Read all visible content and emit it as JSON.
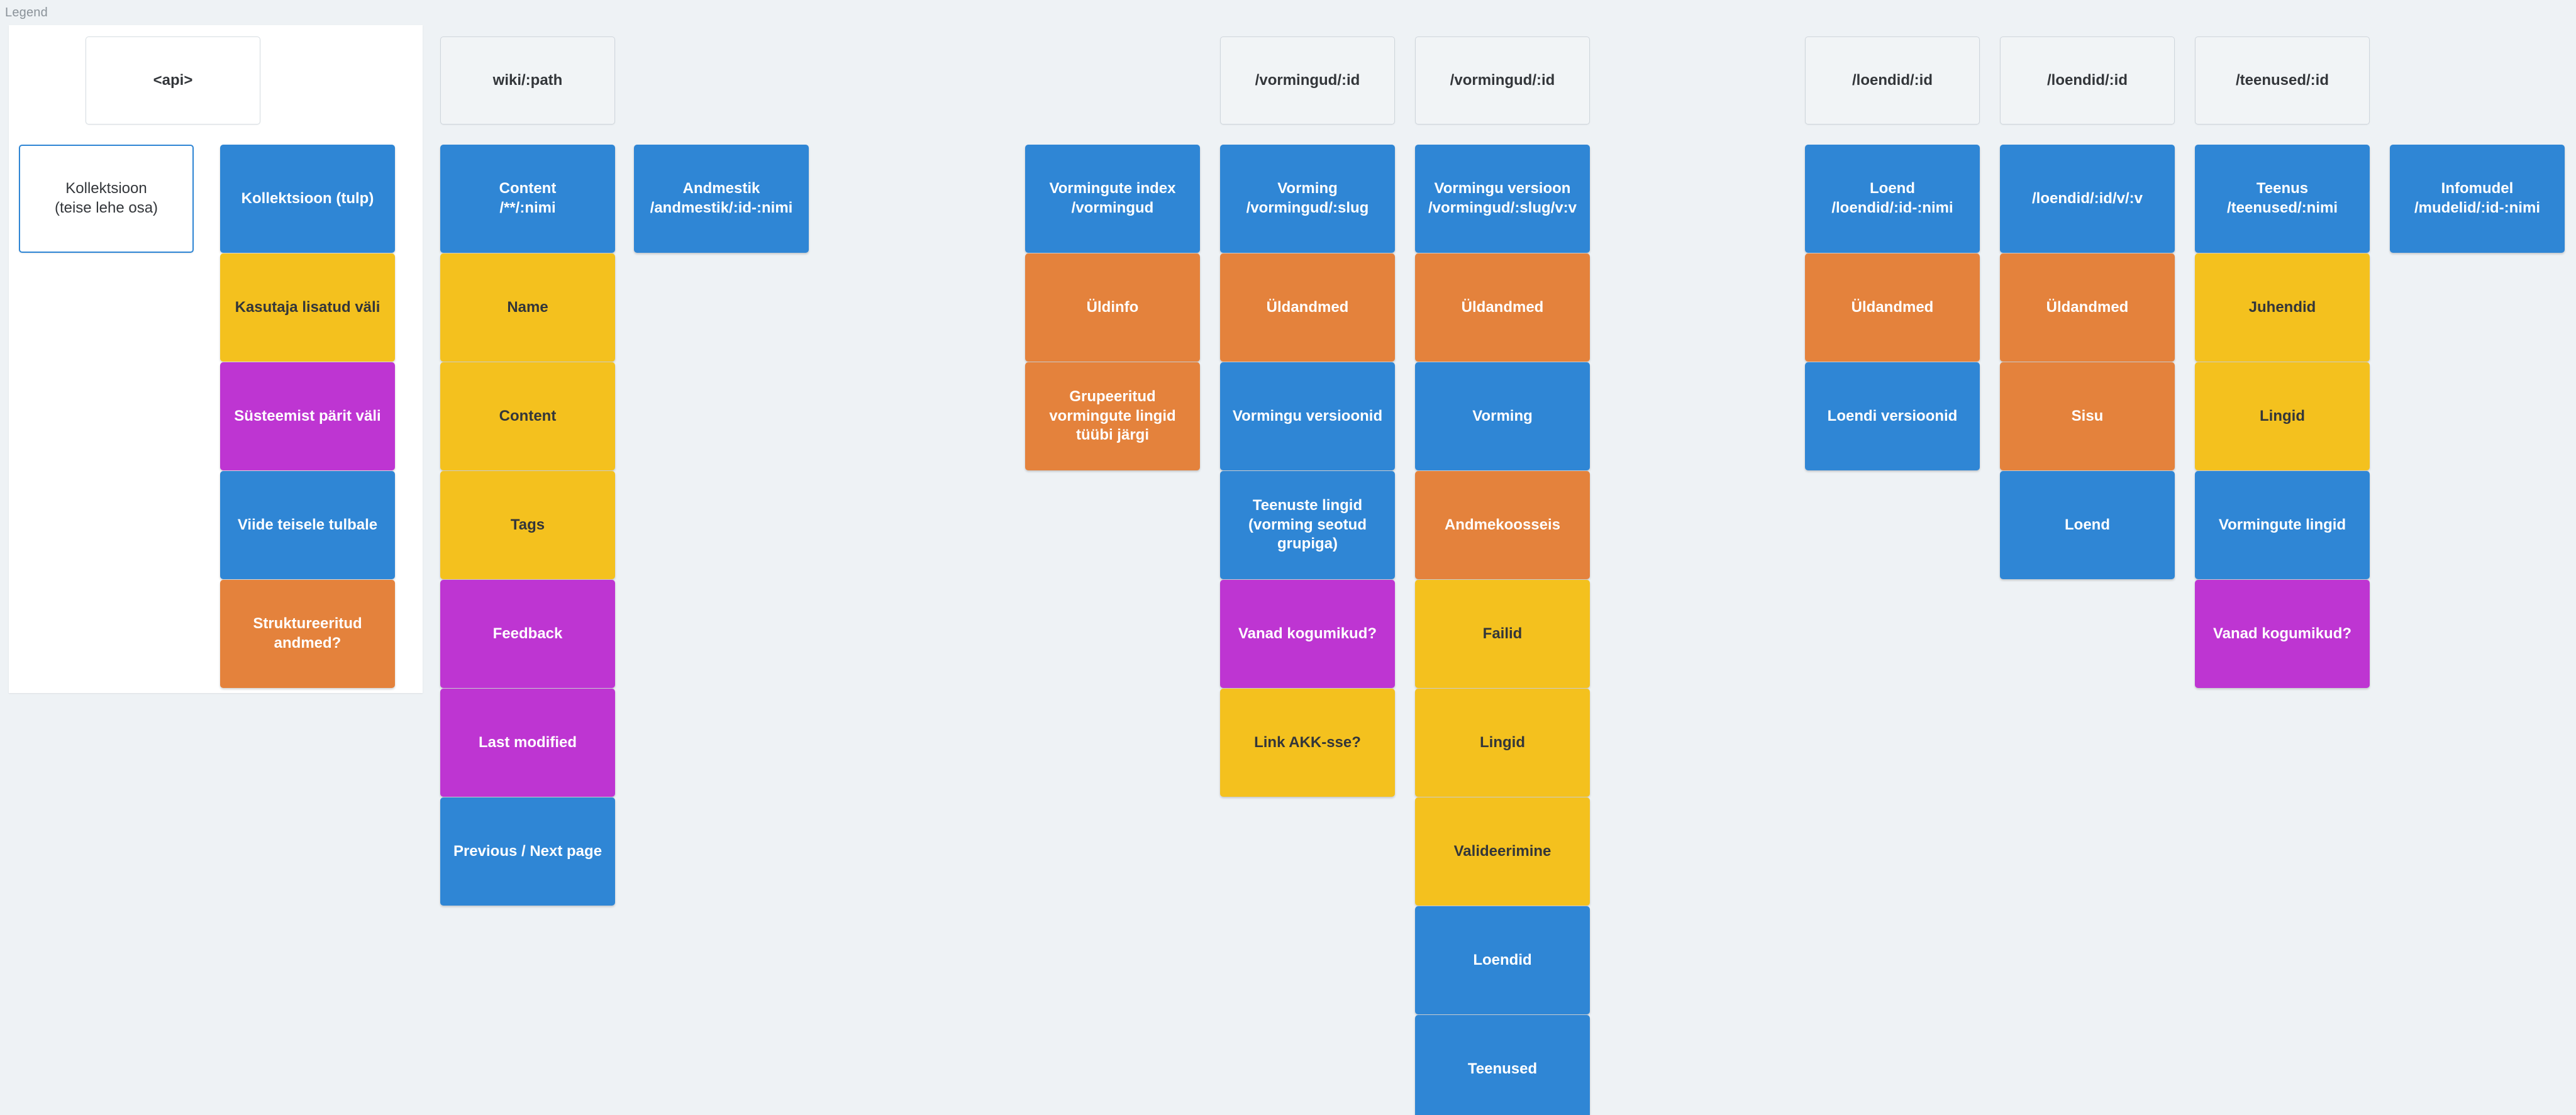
{
  "legend": {
    "title": "Legend",
    "api_chip": "<api>",
    "items": [
      {
        "label": "Kollektsioon\n(teise lehe osa)",
        "style": "outline"
      },
      {
        "label": "Kollektsioon (tulp)",
        "style": "blue"
      },
      {
        "label": "Kasutaja lisatud väli",
        "style": "yellow"
      },
      {
        "label": "Süsteemist pärit väli",
        "style": "magenta"
      },
      {
        "label": "Viide teisele tulbale",
        "style": "blue"
      },
      {
        "label": "Struktureeritud andmed?",
        "style": "orange"
      }
    ]
  },
  "colors": {
    "blue": "#2f86d5",
    "yellow": "#f4c11e",
    "orange": "#e4823c",
    "magenta": "#be35d2",
    "background": "#eef2f5",
    "chip_background": "#f1f4f6",
    "panel": "#ffffff"
  },
  "columns": [
    {
      "id": "wiki",
      "header": "wiki/:path",
      "header_style": "chip",
      "cards": [
        {
          "label": "Content\n/**/:nimi",
          "style": "blue"
        },
        {
          "label": "Name",
          "style": "yellow"
        },
        {
          "label": "Content",
          "style": "yellow"
        },
        {
          "label": "Tags",
          "style": "yellow"
        },
        {
          "label": "Feedback",
          "style": "magenta"
        },
        {
          "label": "Last modified",
          "style": "magenta"
        },
        {
          "label": "Previous / Next page",
          "style": "blue"
        }
      ]
    },
    {
      "id": "andmestik",
      "header": "",
      "header_style": "none",
      "cards": [
        {
          "label": "Andmestik\n/andmestik/:id-:nimi",
          "style": "blue"
        }
      ]
    },
    {
      "id": "vormingute-index",
      "header": "",
      "header_style": "none",
      "cards": [
        {
          "label": "Vormingute index\n/vormingud",
          "style": "blue"
        },
        {
          "label": "Üldinfo",
          "style": "orange"
        },
        {
          "label": "Grupeeritud vormingute lingid tüübi järgi",
          "style": "orange"
        }
      ]
    },
    {
      "id": "vorming",
      "header": "/vormingud/:id",
      "header_style": "chip",
      "cards": [
        {
          "label": "Vorming\n/vormingud/:slug",
          "style": "blue"
        },
        {
          "label": "Üldandmed",
          "style": "orange"
        },
        {
          "label": "Vormingu versioonid",
          "style": "blue"
        },
        {
          "label": "Teenuste lingid (vorming seotud grupiga)",
          "style": "blue"
        },
        {
          "label": "Vanad kogumikud?",
          "style": "magenta"
        },
        {
          "label": "Link AKK-sse?",
          "style": "yellow"
        }
      ]
    },
    {
      "id": "vormingu-versioon",
      "header": "/vormingud/:id",
      "header_style": "chip",
      "cards": [
        {
          "label": "Vormingu versioon\n/vormingud/:slug/v:v",
          "style": "blue"
        },
        {
          "label": "Üldandmed",
          "style": "orange"
        },
        {
          "label": "Vorming",
          "style": "blue"
        },
        {
          "label": "Andmekoosseis",
          "style": "orange"
        },
        {
          "label": "Failid",
          "style": "yellow"
        },
        {
          "label": "Lingid",
          "style": "yellow"
        },
        {
          "label": "Valideerimine",
          "style": "yellow"
        },
        {
          "label": "Loendid",
          "style": "blue"
        },
        {
          "label": "Teenused",
          "style": "blue"
        }
      ]
    },
    {
      "id": "loend",
      "header": "/loendid/:id",
      "header_style": "chip",
      "cards": [
        {
          "label": "Loend\n/loendid/:id-:nimi",
          "style": "blue"
        },
        {
          "label": "Üldandmed",
          "style": "orange"
        },
        {
          "label": "Loendi versioonid",
          "style": "blue"
        }
      ]
    },
    {
      "id": "loendi-versioon",
      "header": "/loendid/:id",
      "header_style": "chip",
      "cards": [
        {
          "label": "/loendid/:id/v/:v",
          "style": "blue"
        },
        {
          "label": "Üldandmed",
          "style": "orange"
        },
        {
          "label": "Sisu",
          "style": "orange"
        },
        {
          "label": "Loend",
          "style": "blue"
        }
      ]
    },
    {
      "id": "teenus",
      "header": "/teenused/:id",
      "header_style": "chip",
      "cards": [
        {
          "label": "Teenus\n/teenused/:nimi",
          "style": "blue"
        },
        {
          "label": "Juhendid",
          "style": "yellow"
        },
        {
          "label": "Lingid",
          "style": "yellow"
        },
        {
          "label": "Vormingute lingid",
          "style": "blue"
        },
        {
          "label": "Vanad kogumikud?",
          "style": "magenta"
        }
      ]
    },
    {
      "id": "infomudel",
      "header": "",
      "header_style": "none",
      "cards": [
        {
          "label": "Infomudel\n/mudelid/:id-:nimi",
          "style": "blue"
        }
      ]
    }
  ]
}
